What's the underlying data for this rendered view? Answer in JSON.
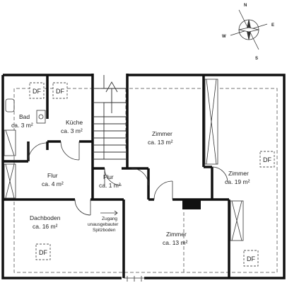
{
  "compass": {
    "north": "N",
    "east": "E",
    "south": "S",
    "west": "W"
  },
  "rooms": {
    "bad": {
      "name": "Bad",
      "area": "ca. 3 m²"
    },
    "kueche": {
      "name": "Küche",
      "area": "ca. 3 m²"
    },
    "zimmer_mitte": {
      "name": "Zimmer",
      "area": "ca. 13 m²"
    },
    "zimmer_rechts": {
      "name": "Zimmer",
      "area": "ca. 19 m²"
    },
    "flur_links": {
      "name": "Flur",
      "area": "ca. 4 m²"
    },
    "flur_mitte": {
      "name": "Flur",
      "area": "ca. 1 m²"
    },
    "dachboden": {
      "name": "Dachboden",
      "area": "ca. 16 m²"
    },
    "zimmer_unten": {
      "name": "Zimmer",
      "area": "ca. 13 m²"
    }
  },
  "annotation": {
    "line1": "Zugang",
    "line2": "unausgebauter",
    "line3": "Spitzboden"
  },
  "skylight_label": "DF",
  "colors": {
    "wall": "#111111",
    "dashed": "#777777",
    "line": "#333333"
  }
}
